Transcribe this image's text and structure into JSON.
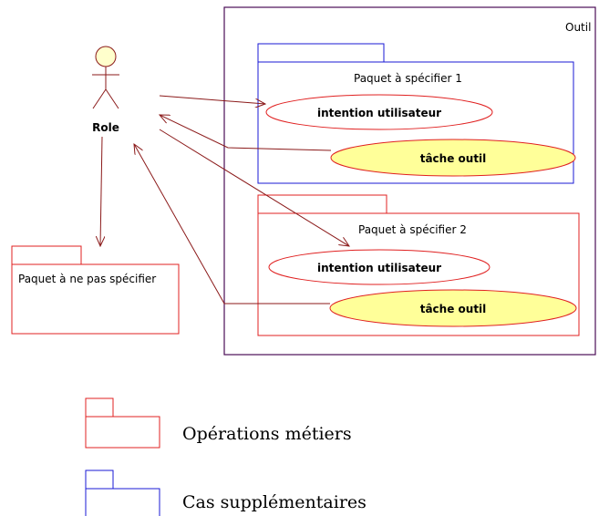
{
  "outer_frame": {
    "label": "Outil"
  },
  "actor": {
    "label": "Role"
  },
  "packages": {
    "spec1": {
      "label": "Paquet à spécifier 1",
      "intention": "intention utilisateur",
      "task": "tâche outil"
    },
    "spec2": {
      "label": "Paquet à spécifier 2",
      "intention": "intention utilisateur",
      "task": "tâche outil"
    },
    "unspecified": {
      "label": "Paquet à ne pas spécifier"
    }
  },
  "legend": {
    "business": {
      "label": "Opérations métiers",
      "color": "#e02020"
    },
    "supplementary": {
      "label": "Cas supplémentaires",
      "color": "#1a1ad6"
    }
  },
  "colors": {
    "frame": "#4b0d56",
    "arrow": "#8b1a1a",
    "usecase_stroke": "#e02020",
    "task_fill": "#ffff99",
    "actor_fill": "#ffffcc",
    "actor_stroke": "#8b1a1a"
  }
}
